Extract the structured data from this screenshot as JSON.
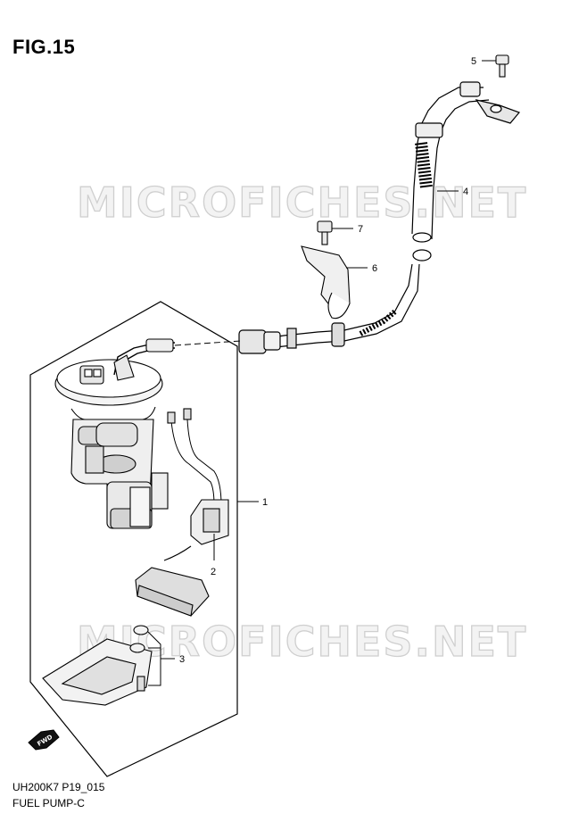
{
  "figure": {
    "title": "FIG.15",
    "model_code": "UH200K7 P19_015",
    "group_name": "FUEL PUMP-C"
  },
  "watermark": {
    "top": "MICROFICHES.NET",
    "bottom": "MICROFICHES.NET"
  },
  "callouts": [
    "1",
    "2",
    "3",
    "4",
    "5",
    "6",
    "7"
  ],
  "direction_arrow": {
    "label": "FWD",
    "icon": "fwd-arrow-icon"
  }
}
